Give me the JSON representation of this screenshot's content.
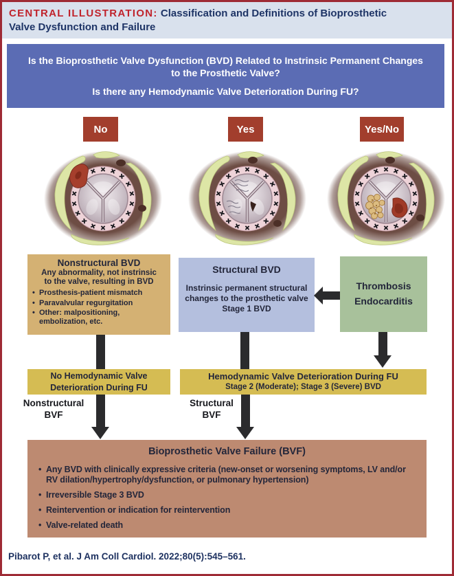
{
  "header": {
    "label": "CENTRAL ILLUSTRATION:",
    "title_rest": " Classification and Definitions of Bioprosthetic",
    "title_line2": "Valve Dysfunction and Failure"
  },
  "question_box": {
    "question1": "Is the Bioprosthetic Valve Dysfunction (BVD) Related to Instrinsic Permanent Changes to the Prosthetic Valve?",
    "question2": "Is there any Hemodynamic Valve Deterioration During FU?"
  },
  "decisions": [
    {
      "label": "No"
    },
    {
      "label": "Yes"
    },
    {
      "label": "Yes/No"
    }
  ],
  "valves": [
    {
      "icon": "prosthetic-valve-paravalvular-leak-icon"
    },
    {
      "icon": "prosthetic-valve-structural-degeneration-icon"
    },
    {
      "icon": "prosthetic-valve-thrombosis-endocarditis-icon"
    }
  ],
  "boxes": {
    "nonstructural": {
      "title": "Nonstructural BVD",
      "subtitle_line1": "Any abnormality, not instrinsic",
      "subtitle_line2": "to the valve, resulting in BVD",
      "bullets": [
        "Prosthesis-patient mismatch",
        "Paravalvular regurgitation",
        "Other: malpositioning, embolization, etc."
      ]
    },
    "structural": {
      "title": "Structural BVD",
      "body_line1": "Instrinsic permanent structural",
      "body_line2": "changes to the prosthetic valve",
      "stage": "Stage 1 BVD"
    },
    "thrombosis": {
      "line1": "Thrombosis",
      "line2": "Endocarditis"
    }
  },
  "hvd": {
    "left": {
      "line1": "No Hemodynamic Valve",
      "line2": "Deterioration During FU"
    },
    "right": {
      "line1": "Hemodynamic Valve Deterioration During FU",
      "line2": "Stage 2 (Moderate); Stage 3 (Severe) BVD"
    }
  },
  "bvf_labels": {
    "left": {
      "line1": "Nonstructural",
      "line2": "BVF"
    },
    "right": {
      "line1": "Structural",
      "line2": "BVF"
    }
  },
  "failure_box": {
    "title": "Bioprosthetic Valve Failure (BVF)",
    "bullets": [
      "Any BVD with clinically expressive criteria (new-onset or worsening symptoms, LV and/or RV dilation/hypertrophy/dysfunction, or pulmonary hypertension)",
      "Irreversible Stage 3 BVD",
      "Reintervention or indication for reintervention",
      "Valve-related death"
    ]
  },
  "footer": {
    "citation": "Pibarot P, et al. J Am Coll Cardiol. 2022;80(5):545–561."
  },
  "colors": {
    "frame_red": "#9e2b35",
    "header_bg": "#d9e1ed",
    "accent_red": "#c0232c",
    "navy": "#1e3466",
    "question_bg": "#5b6cb4",
    "decision_bg": "#a23e2d",
    "nonstructural_bg": "#d4b173",
    "structural_bg": "#b4bfde",
    "thrombosis_bg": "#a8c19b",
    "hvd_bg": "#d5bc53",
    "failure_bg": "#bd8a71",
    "arrow": "#2b2b2d"
  }
}
